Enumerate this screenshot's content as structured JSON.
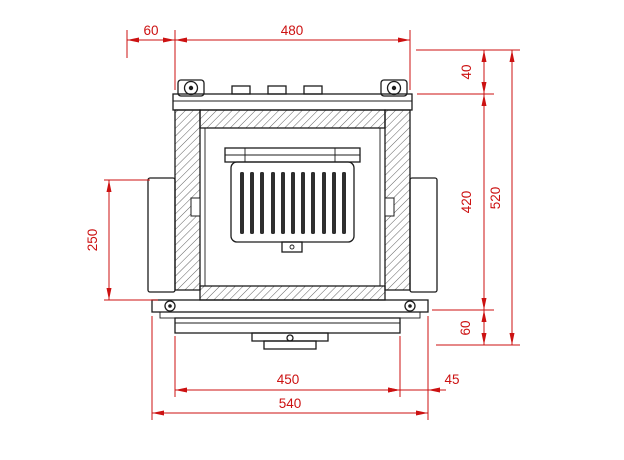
{
  "style": {
    "background": "#ffffff",
    "line_color": "#1c1c1c",
    "hatch_color": "#3a3a3a",
    "dimension_color": "#cc1111"
  },
  "dimensions": {
    "top_offset": "60",
    "top_width": "480",
    "right_clearance": "40",
    "right_body_height": "420",
    "right_overall_height": "520",
    "right_base_height": "60",
    "left_opening_height": "250",
    "bottom_inner_width": "450",
    "bottom_side_offset": "45",
    "bottom_overall_width": "540"
  }
}
